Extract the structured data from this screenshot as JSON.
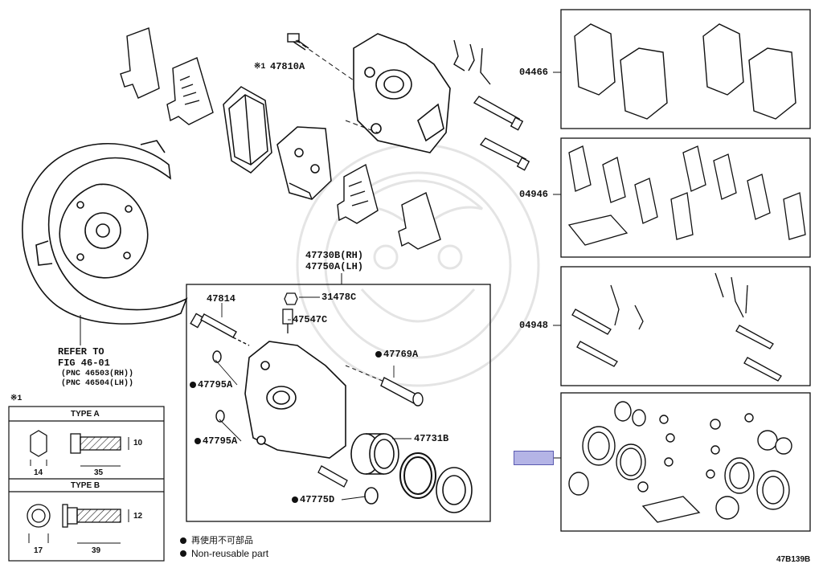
{
  "diagram": {
    "code": "47B139B",
    "highlight_color": "#b4b4e6"
  },
  "labels": {
    "p47810a": "47810A",
    "p47810a_mark": "※1",
    "p47730b": "47730B(RH)",
    "p47750a": "47750A(LH)",
    "p47814": "47814",
    "p31478c": "31478C",
    "p47547c": "47547C",
    "p47769a": "47769A",
    "p47795a_1": "47795A",
    "p47795a_2": "47795A",
    "p47731b": "47731B",
    "p47775d": "47775D",
    "kit_04466": "04466",
    "kit_04946": "04946",
    "kit_04948": "04948"
  },
  "refer": {
    "line1": "REFER TO",
    "line2": "FIG 46-01",
    "line3": "(PNC 46503(RH))",
    "line4": "(PNC 46504(LH))"
  },
  "bolt_table": {
    "mark": "※1",
    "type_a": {
      "title": "TYPE A",
      "dim_head": "14",
      "dim_length": "35",
      "dim_dia": "10"
    },
    "type_b": {
      "title": "TYPE B",
      "dim_head": "17",
      "dim_length": "39",
      "dim_dia": "12"
    }
  },
  "legend": {
    "jp": "再使用不可部品",
    "en": "Non-reusable part"
  }
}
